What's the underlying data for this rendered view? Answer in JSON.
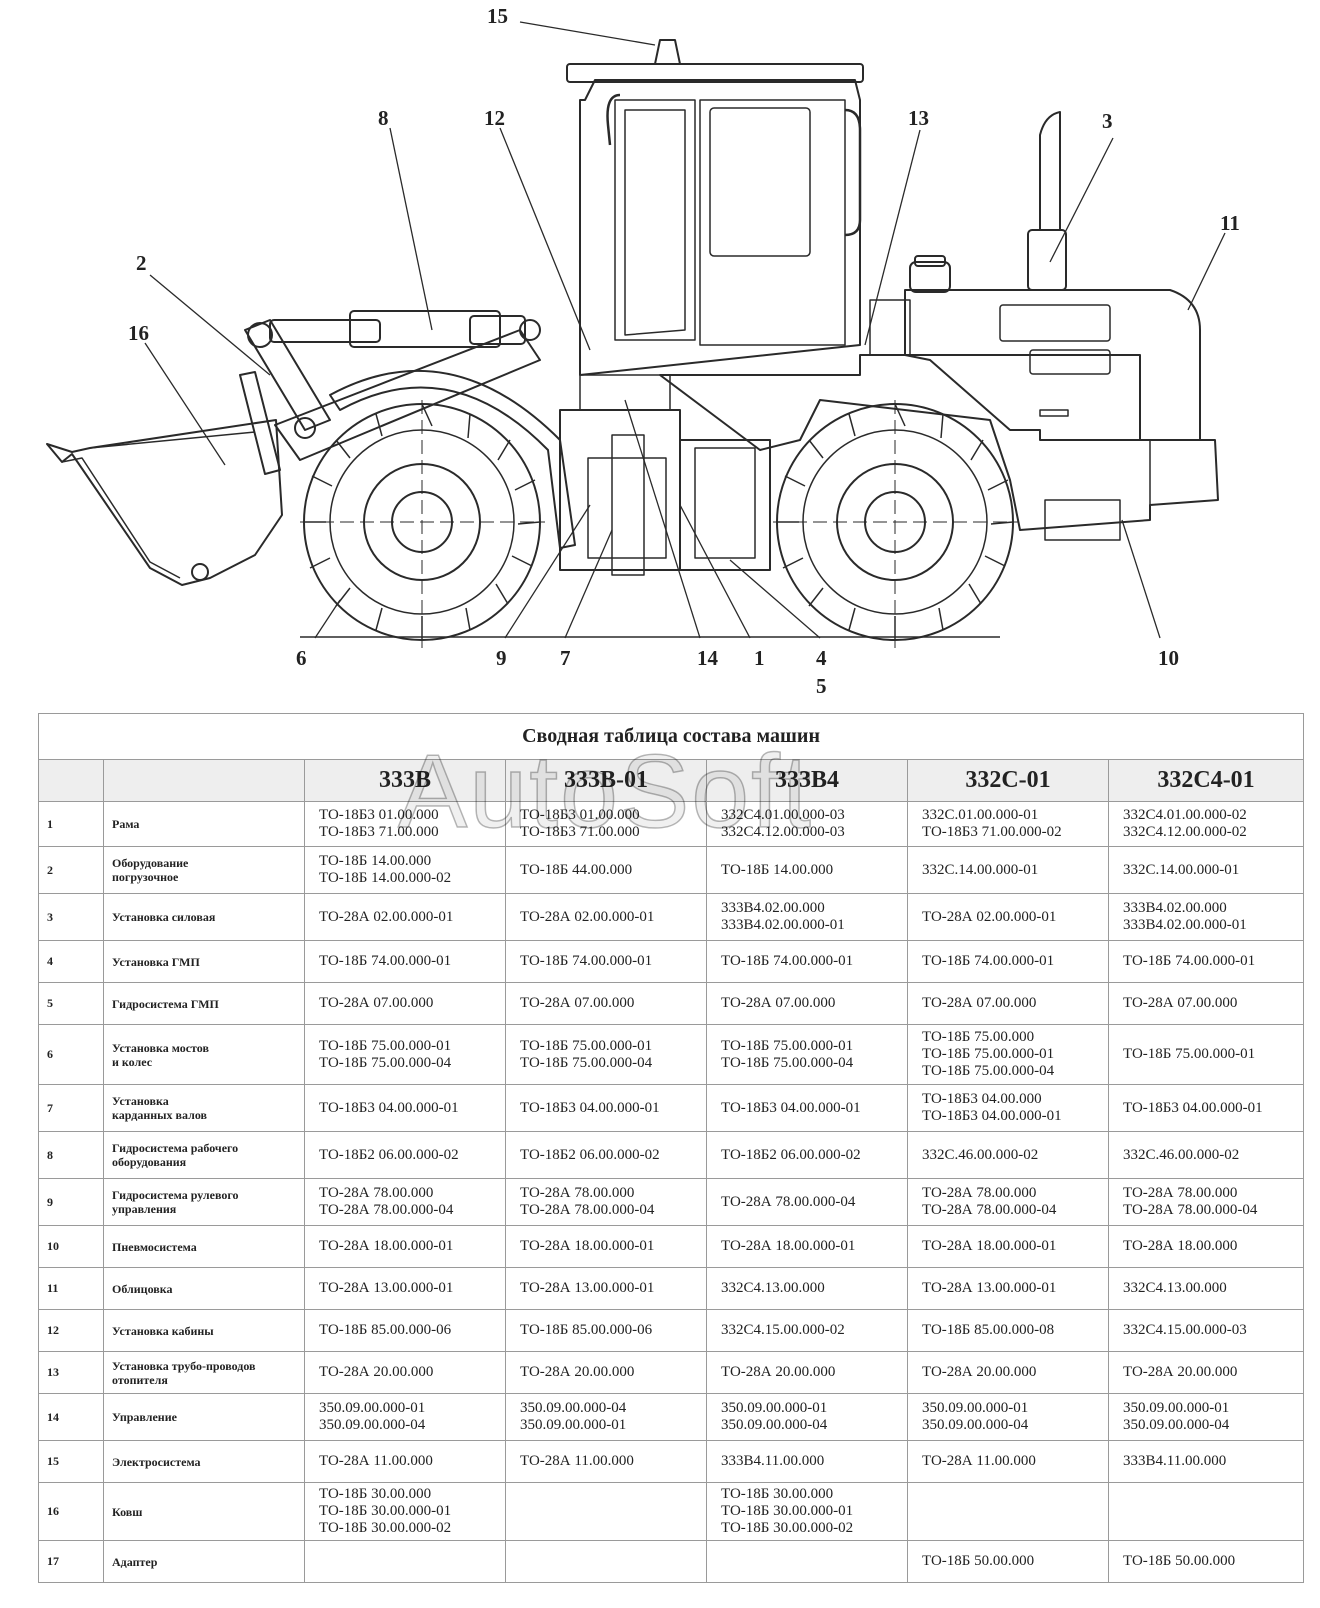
{
  "callouts": {
    "c1": "1",
    "c2": "2",
    "c3": "3",
    "c4": "4",
    "c5": "5",
    "c6": "6",
    "c7": "7",
    "c8": "8",
    "c9": "9",
    "c10": "10",
    "c11": "11",
    "c12": "12",
    "c13": "13",
    "c14": "14",
    "c15": "15",
    "c16": "16"
  },
  "table": {
    "title": "Сводная таблица состава машин",
    "columns": [
      "333В",
      "333В-01",
      "333В4",
      "332С-01",
      "332С4-01"
    ],
    "rows": [
      {
        "num": "1",
        "name": "Рама",
        "cells": [
          "ТО-18Б3 01.00.000\nТО-18Б3 71.00.000",
          "ТО-18Б3 01.00.000\nТО-18Б3 71.00.000",
          "332С4.01.00.000-03\n332С4.12.00.000-03",
          "332С.01.00.000-01\nТО-18Б3 71.00.000-02",
          "332С4.01.00.000-02\n332С4.12.00.000-02"
        ]
      },
      {
        "num": "2",
        "name": "Оборудование\nпогрузочное",
        "cells": [
          "ТО-18Б 14.00.000\nТО-18Б 14.00.000-02",
          "ТО-18Б 44.00.000",
          "ТО-18Б 14.00.000",
          "332С.14.00.000-01",
          "332С.14.00.000-01"
        ]
      },
      {
        "num": "3",
        "name": "Установка силовая",
        "cells": [
          "ТО-28А 02.00.000-01",
          "ТО-28А 02.00.000-01",
          "333В4.02.00.000\n333В4.02.00.000-01",
          "ТО-28А 02.00.000-01",
          "333В4.02.00.000\n333В4.02.00.000-01"
        ]
      },
      {
        "num": "4",
        "name": "Установка ГМП",
        "cells": [
          "ТО-18Б 74.00.000-01",
          "ТО-18Б 74.00.000-01",
          "ТО-18Б 74.00.000-01",
          "ТО-18Б 74.00.000-01",
          "ТО-18Б 74.00.000-01"
        ]
      },
      {
        "num": "5",
        "name": "Гидросистема ГМП",
        "cells": [
          "ТО-28А 07.00.000",
          "ТО-28А 07.00.000",
          "ТО-28А 07.00.000",
          "ТО-28А 07.00.000",
          "ТО-28А 07.00.000"
        ]
      },
      {
        "num": "6",
        "name": "Установка мостов\n и колес",
        "cells": [
          "ТО-18Б 75.00.000-01\nТО-18Б 75.00.000-04",
          "ТО-18Б 75.00.000-01\nТО-18Б 75.00.000-04",
          "ТО-18Б 75.00.000-01\nТО-18Б 75.00.000-04",
          "ТО-18Б 75.00.000\nТО-18Б 75.00.000-01\nТО-18Б 75.00.000-04",
          "ТО-18Б 75.00.000-01"
        ]
      },
      {
        "num": "7",
        "name": "Установка\nкарданных валов",
        "cells": [
          "ТО-18Б3 04.00.000-01",
          "ТО-18Б3 04.00.000-01",
          "ТО-18Б3 04.00.000-01",
          "ТО-18Б3 04.00.000\nТО-18Б3 04.00.000-01",
          "ТО-18Б3 04.00.000-01"
        ]
      },
      {
        "num": "8",
        "name": "Гидросистема рабочего\nоборудования",
        "cells": [
          "ТО-18Б2 06.00.000-02",
          "ТО-18Б2 06.00.000-02",
          "ТО-18Б2 06.00.000-02",
          "332С.46.00.000-02",
          "332С.46.00.000-02"
        ]
      },
      {
        "num": "9",
        "name": "Гидросистема рулевого\nуправления",
        "cells": [
          "ТО-28А 78.00.000\nТО-28А 78.00.000-04",
          "ТО-28А 78.00.000\nТО-28А 78.00.000-04",
          "ТО-28А 78.00.000-04",
          "ТО-28А 78.00.000\nТО-28А 78.00.000-04",
          "ТО-28А 78.00.000\nТО-28А 78.00.000-04"
        ]
      },
      {
        "num": "10",
        "name": "Пневмосистема",
        "cells": [
          "ТО-28А 18.00.000-01",
          "ТО-28А 18.00.000-01",
          "ТО-28А 18.00.000-01",
          "ТО-28А 18.00.000-01",
          "ТО-28А 18.00.000"
        ]
      },
      {
        "num": "11",
        "name": "Облицовка",
        "cells": [
          "ТО-28А 13.00.000-01",
          "ТО-28А 13.00.000-01",
          "332С4.13.00.000",
          "ТО-28А 13.00.000-01",
          "332С4.13.00.000"
        ]
      },
      {
        "num": "12",
        "name": "Установка кабины",
        "cells": [
          "ТО-18Б 85.00.000-06",
          "ТО-18Б 85.00.000-06",
          "332С4.15.00.000-02",
          "ТО-18Б 85.00.000-08",
          "332С4.15.00.000-03"
        ]
      },
      {
        "num": "13",
        "name": "Установка трубо-проводов\nотопителя",
        "cells": [
          "ТО-28А 20.00.000",
          "ТО-28А 20.00.000",
          "ТО-28А 20.00.000",
          "ТО-28А 20.00.000",
          "ТО-28А 20.00.000"
        ]
      },
      {
        "num": "14",
        "name": "Управление",
        "cells": [
          "350.09.00.000-01\n350.09.00.000-04",
          "350.09.00.000-04\n350.09.00.000-01",
          "350.09.00.000-01\n350.09.00.000-04",
          "350.09.00.000-01\n350.09.00.000-04",
          "350.09.00.000-01\n350.09.00.000-04"
        ]
      },
      {
        "num": "15",
        "name": "Электросистема",
        "cells": [
          "ТО-28А 11.00.000",
          "ТО-28А 11.00.000",
          "333В4.11.00.000",
          "ТО-28А 11.00.000",
          "333В4.11.00.000"
        ]
      },
      {
        "num": "16",
        "name": "Ковш",
        "cells": [
          "ТО-18Б 30.00.000\nТО-18Б 30.00.000-01\nТО-18Б 30.00.000-02",
          "",
          "ТО-18Б 30.00.000\nТО-18Б 30.00.000-01\nТО-18Б 30.00.000-02",
          "",
          ""
        ]
      },
      {
        "num": "17",
        "name": "Адаптер",
        "cells": [
          "",
          "",
          "",
          "ТО-18Б 50.00.000",
          "ТО-18Б 50.00.000"
        ]
      }
    ]
  },
  "watermark": "AutoSoft"
}
